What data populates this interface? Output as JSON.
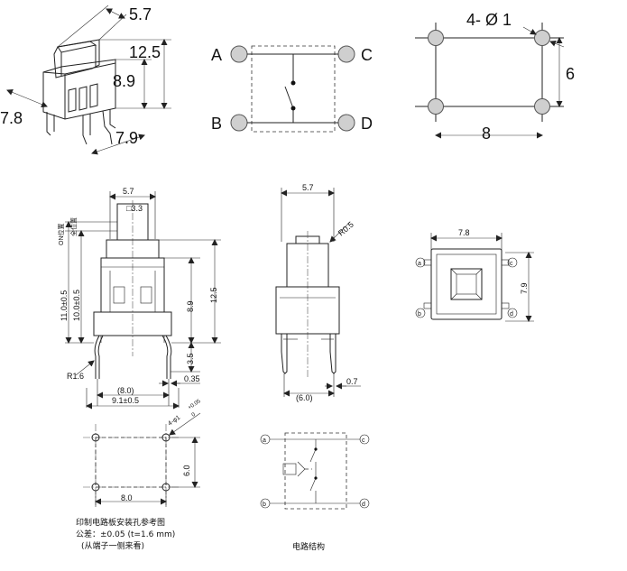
{
  "iso": {
    "dim_width": "5.7",
    "dim_height": "12.5",
    "dim_body": "8.9",
    "dim_depth": "7.8",
    "dim_pins": "7.9"
  },
  "schematic": {
    "label_a": "A",
    "label_b": "B",
    "label_c": "C",
    "label_d": "D"
  },
  "holes": {
    "dim_holes": "4- Ø 1",
    "dim_vertical": "6",
    "dim_horizontal": "8"
  },
  "front_view": {
    "dim_width": "5.7",
    "dim_square": "□3.3",
    "label_on_pos": "ON位置",
    "label_off_pos": "全位置",
    "dim_on_height": "11.0±0.5",
    "dim_off_height": "10.0±0.5",
    "dim_body": "8.9",
    "dim_total": "12.5",
    "dim_pin": "3.5",
    "dim_r": "R1.6",
    "dim_pitch": "(8.0)",
    "dim_span": "9.1±0.5",
    "dim_thk": "0.35"
  },
  "side_view": {
    "dim_width": "5.7",
    "dim_r": "R0.5",
    "dim_pitch": "(6.0)",
    "dim_pin_w": "0.7"
  },
  "top_view": {
    "dim_width": "7.8",
    "dim_height": "7.9",
    "t_a": "a",
    "t_b": "b",
    "t_c": "c",
    "t_d": "d"
  },
  "pcb": {
    "dim_holes": "4-φ1",
    "dim_tol_plus": "+0.05",
    "dim_tol_minus": "0",
    "dim_vertical": "6.0",
    "dim_horizontal": "8.0",
    "caption_line1": "印制电路板安装孔参考图",
    "caption_line2": "公差：±0.05 (t=1.6 mm)",
    "caption_line3": "(从端子一侧来看)"
  },
  "circuit": {
    "t_a": "a",
    "t_b": "b",
    "t_c": "c",
    "t_d": "d",
    "caption": "电路结构"
  }
}
